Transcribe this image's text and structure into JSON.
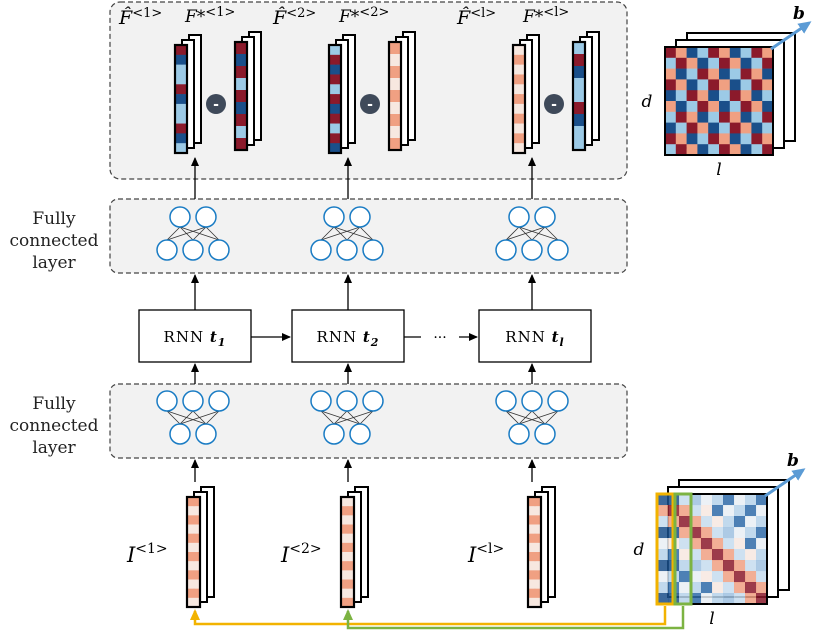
{
  "labels": {
    "fc_top_line1": "Fully",
    "fc_top_line2": "connected",
    "fc_top_line3": "layer",
    "fc_bottom_line1": "Fully",
    "fc_bottom_line2": "connected",
    "fc_bottom_line3": "layer",
    "rnn_word": "RNN",
    "ellipsis": "···"
  },
  "rnn": [
    {
      "t": "t",
      "sub": "1"
    },
    {
      "t": "t",
      "sub": "2"
    },
    {
      "t": "t",
      "sub": "l"
    }
  ],
  "outputs": [
    {
      "pred": "F̂",
      "pred_sup": "<1>",
      "target": "F*",
      "target_sup": "<1>"
    },
    {
      "pred": "F̂",
      "pred_sup": "<2>",
      "target": "F*",
      "target_sup": "<2>"
    },
    {
      "pred": "F̂",
      "pred_sup": "<l>",
      "target": "F*",
      "target_sup": "<l>"
    }
  ],
  "minus_symbol": "-",
  "inputs": [
    {
      "name": "I",
      "sup": "<1>"
    },
    {
      "name": "I",
      "sup": "<2>"
    },
    {
      "name": "I",
      "sup": "<l>"
    }
  ],
  "cube_top": {
    "d": "d",
    "l": "l",
    "b": "b"
  },
  "cube_bottom": {
    "d": "d",
    "l": "l",
    "b": "b"
  },
  "colors": {
    "neuron": "#1a7cc4",
    "panel_fill": "#f2f2f2",
    "dark_red": "#8b1a2b",
    "salmon": "#f0a082",
    "light_blue": "#9ccae6",
    "navy": "#1a4f8a",
    "cream": "#f7e8e0",
    "yellow_arrow": "#f2b300",
    "green_arrow": "#7cb342",
    "b_arrow": "#5b9bd5"
  }
}
